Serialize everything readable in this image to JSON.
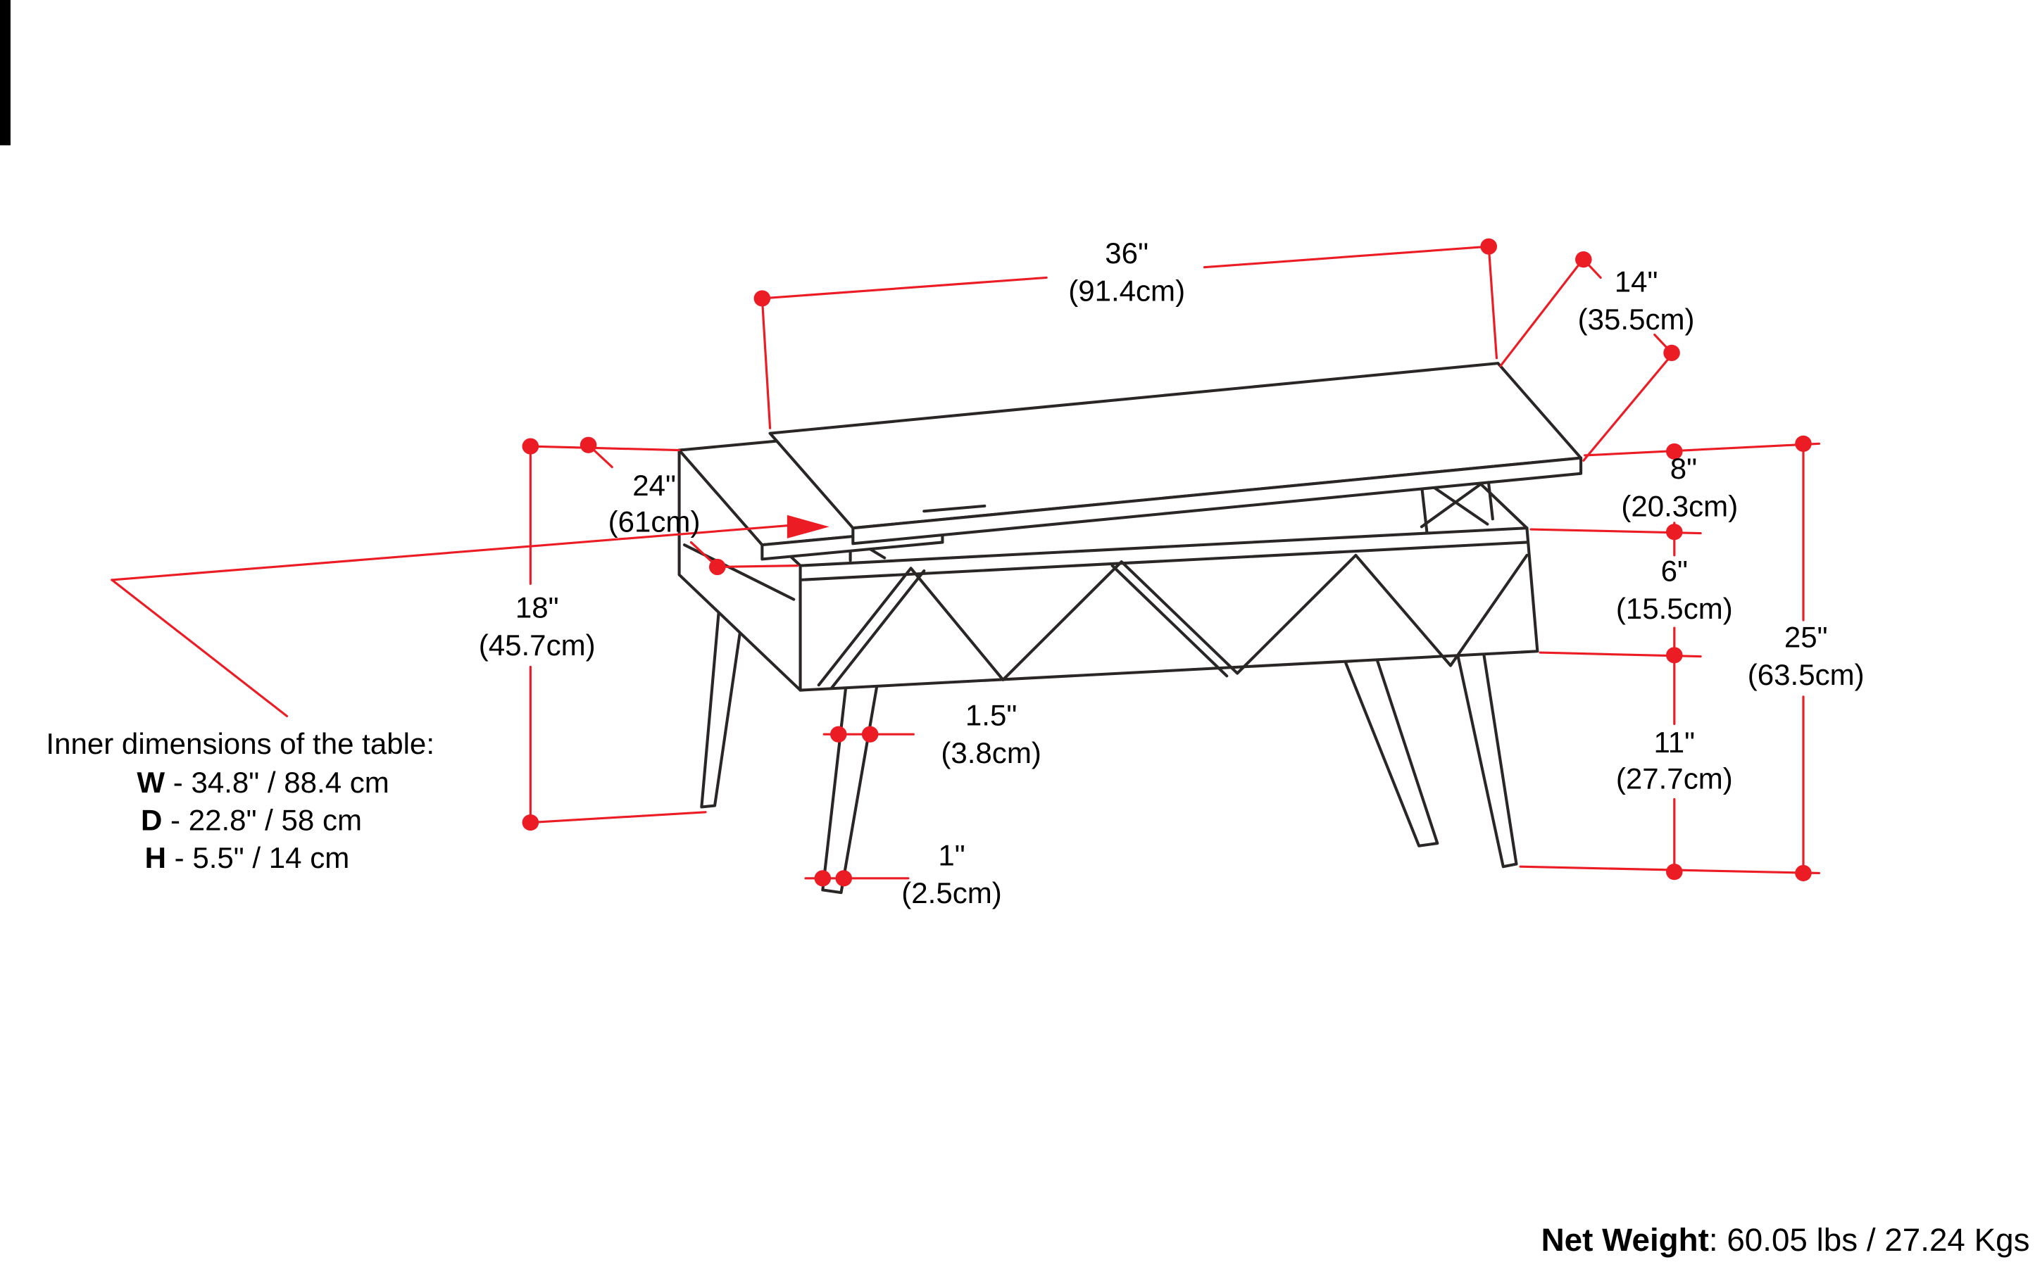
{
  "title": "Lift-top coffee table dimension diagram",
  "colors": {
    "annotation_red": "#ec1c24",
    "drawing_ink": "#2b2626",
    "background": "#ffffff"
  },
  "dimensions": {
    "top_length": {
      "in": "36\"",
      "cm": "(91.4cm)"
    },
    "top_depth": {
      "in": "14\"",
      "cm": "(35.5cm)"
    },
    "table_depth": {
      "in": "24\"",
      "cm": "(61cm)"
    },
    "left_height": {
      "in": "18\"",
      "cm": "(45.7cm)"
    },
    "lift_height": {
      "in": "8\"",
      "cm": "(20.3cm)"
    },
    "box_height": {
      "in": "6\"",
      "cm": "(15.5cm)"
    },
    "total_height": {
      "in": "25\"",
      "cm": "(63.5cm)"
    },
    "leg_height": {
      "in": "11\"",
      "cm": "(27.7cm)"
    },
    "leg_top_width": {
      "in": "1.5\"",
      "cm": "(3.8cm)"
    },
    "leg_bottom_width": {
      "in": "1\"",
      "cm": "(2.5cm)"
    }
  },
  "inner_dimensions": {
    "title": "Inner dimensions of the table:",
    "rows": [
      {
        "label": "W",
        "value": " - 34.8\" / 88.4 cm"
      },
      {
        "label": "D",
        "value": " - 22.8\" / 58 cm"
      },
      {
        "label": "H",
        "value": " - 5.5\" / 14 cm"
      }
    ]
  },
  "net_weight": {
    "label": "Net Weight",
    "value": ": 60.05 lbs / 27.24 Kgs"
  }
}
